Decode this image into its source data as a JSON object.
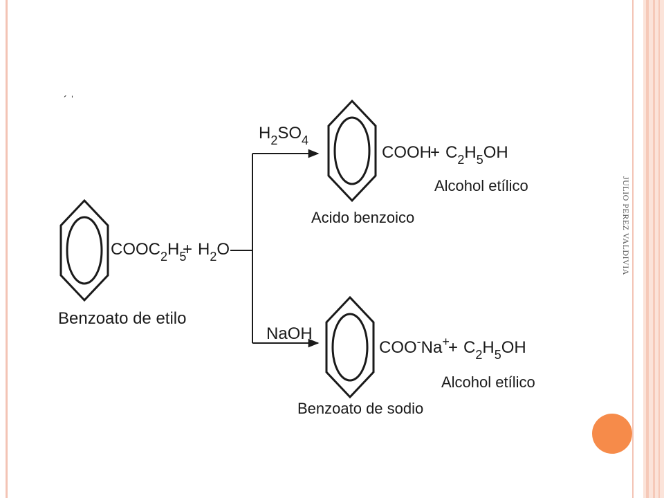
{
  "theme": {
    "accent": "#f68b4a",
    "frame": "#f3c4b5",
    "band_light": "#fbe3d9",
    "band_mid": "#f6c9b8"
  },
  "side_label": "JULIO PEREZ VALDIVIA",
  "top_marks": "´ ˈ",
  "reaction": {
    "reactant": {
      "ring_icon": "benzene-ring-icon",
      "group_parts": {
        "a": "COOC",
        "a_sub": "2",
        "b": "H",
        "b_sub": "5"
      },
      "plus": "+",
      "water": {
        "a": "H",
        "a_sub": "2",
        "b": "O"
      },
      "name": "Benzoato de  etilo"
    },
    "acid_path": {
      "catalyst": {
        "a": "H",
        "a_sub": "2",
        "b": "SO",
        "b_sub": "4"
      },
      "product_group": "COOH",
      "plus": "+",
      "ethanol": {
        "a": "C",
        "a_sub": "2",
        "b": "H",
        "b_sub": "5",
        "c": "OH"
      },
      "product_name": "Acido benzoico",
      "ethanol_name": "Alcohol etílico"
    },
    "base_path": {
      "catalyst": "NaOH",
      "product_group": {
        "a": "COO",
        "sup_minus": "-",
        "b": "Na",
        "sup_plus": "+"
      },
      "plus": "+",
      "ethanol": {
        "a": "C",
        "a_sub": "2",
        "b": "H",
        "b_sub": "5",
        "c": "OH"
      },
      "product_name": "Benzoato de sodio",
      "ethanol_name": "Alcohol etílico"
    }
  }
}
